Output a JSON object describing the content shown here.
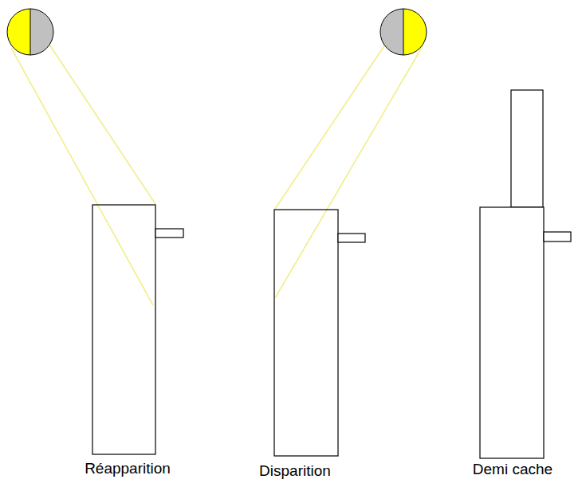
{
  "diagram": {
    "labels": [
      "Réapparition",
      "Disparition",
      "Demi cache"
    ]
  }
}
